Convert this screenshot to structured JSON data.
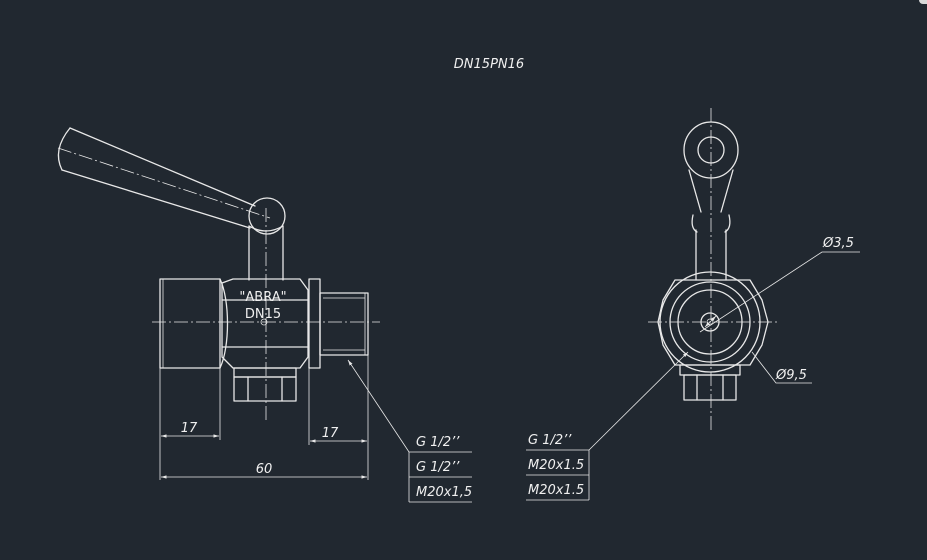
{
  "title": "DN15PN16",
  "body_marking": {
    "line1": "\"ABRA\"",
    "line2": "DN15"
  },
  "dimensions": {
    "left_thread_len": "17",
    "right_thread_len": "17",
    "overall_len": "60"
  },
  "front_view_callout": [
    "G 1/2’’",
    "G 1/2’’",
    "M20x1,5"
  ],
  "side_view_callout": [
    "G 1/2’’",
    "M20x1.5",
    "M20x1.5"
  ],
  "diameters": {
    "inner": "Ø3,5",
    "outer": "Ø9,5"
  },
  "colors": {
    "background": "#212830",
    "lines": "#e8e8e8"
  }
}
